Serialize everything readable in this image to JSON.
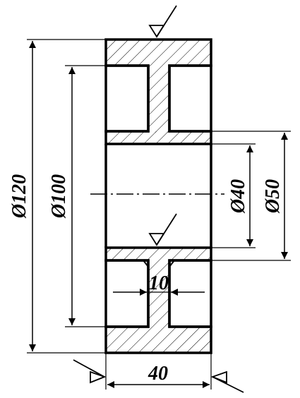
{
  "drawing": {
    "dimensions": {
      "d120": "Ø120",
      "d100": "Ø100",
      "d40": "Ø40",
      "d50": "Ø50",
      "rim_width": "40",
      "web_thickness": "10"
    }
  },
  "colors": {
    "line": "#000000",
    "background": "#ffffff"
  }
}
